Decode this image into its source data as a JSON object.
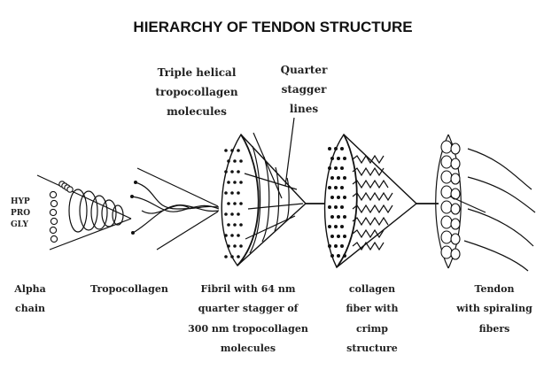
{
  "title": "HIERARCHY OF TENDON STRUCTURE",
  "callouts": {
    "triple_helical": [
      "Triple helical",
      "tropocollagen",
      "molecules"
    ],
    "quarter_stagger": [
      "Quarter",
      "stagger",
      "lines"
    ]
  },
  "residues": [
    "HYP",
    "PRO",
    "GLY"
  ],
  "captions": {
    "alpha": [
      "Alpha",
      "chain"
    ],
    "tropocollagen": [
      "Tropocollagen"
    ],
    "fibril": [
      "Fibril with 64 nm",
      "quarter stagger of",
      "300 nm tropocollagen",
      "molecules"
    ],
    "fiber": [
      "collagen",
      "fiber with",
      "crimp",
      "structure"
    ],
    "tendon": [
      "Tendon",
      "with spiraling",
      "fibers"
    ]
  }
}
